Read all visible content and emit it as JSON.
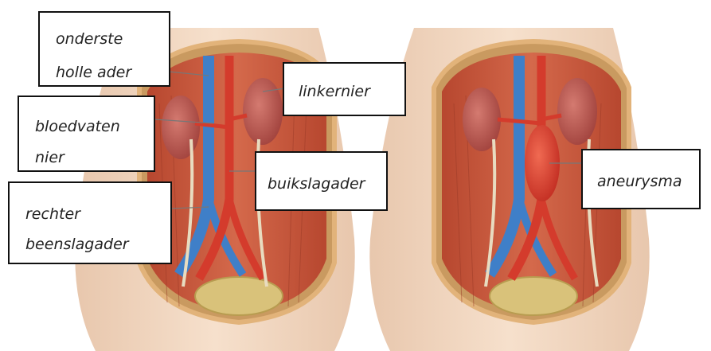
{
  "labels": {
    "vena_cava_line1": "onderste",
    "vena_cava_line2": "holle ader",
    "left_kidney": "linkernier",
    "renal_vessels_line1": "bloedvaten",
    "renal_vessels_line2": "nier",
    "aorta": "buikslagader",
    "iliac_line1": "rechter",
    "iliac_line2": "beenslagader",
    "aneurysm": "aneurysma"
  },
  "colors": {
    "skin": "#f2d6bf",
    "muscle": "#c9573f",
    "artery": "#d43b2c",
    "vein": "#3f7fc8",
    "kidney": "#b8554d",
    "bladder": "#d9c27a"
  }
}
